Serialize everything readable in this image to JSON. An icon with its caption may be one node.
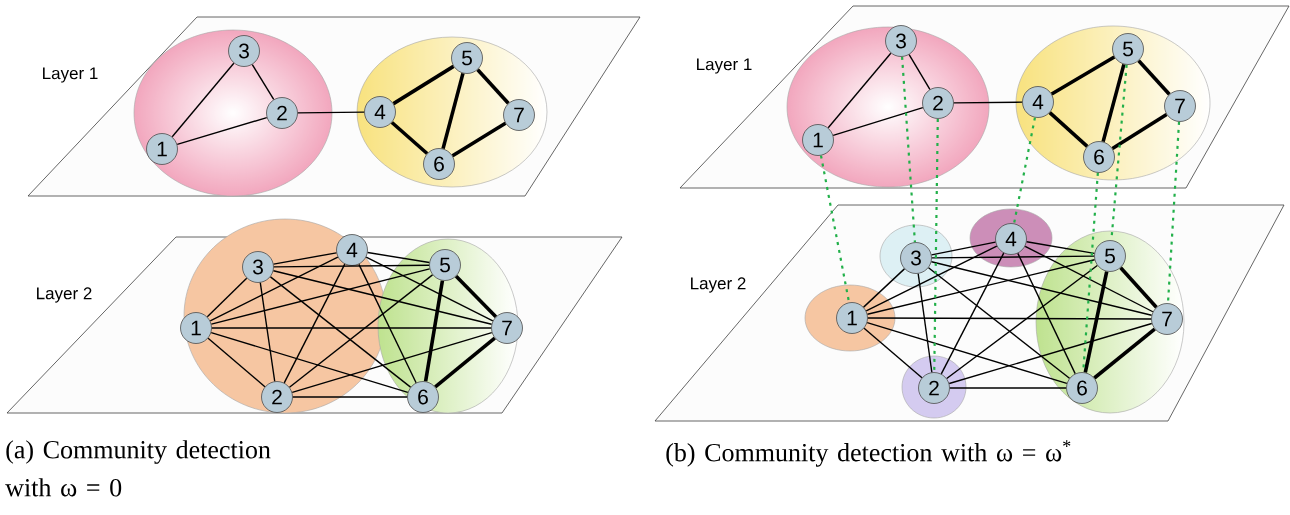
{
  "diagram": {
    "nodes": [
      {
        "text": [
          "Layer 1"
        ]
      },
      {
        "text": [],
        "shape": "ellipse",
        "in": 0
      },
      {
        "text": [],
        "shape": "ellipse",
        "in": 0
      },
      {
        "text": [
          "1"
        ],
        "in": 1
      },
      {
        "text": [
          "2"
        ],
        "in": 1
      },
      {
        "text": [
          "3"
        ],
        "in": 1
      },
      {
        "text": [
          "4"
        ],
        "in": 2
      },
      {
        "text": [
          "5"
        ],
        "in": 2
      },
      {
        "text": [
          "6"
        ],
        "in": 2
      },
      {
        "text": [
          "7"
        ],
        "in": 2
      },
      {
        "text": [
          "Layer 2"
        ]
      },
      {
        "text": [],
        "shape": "ellipse"
      },
      {
        "text": [],
        "shape": "ellipse",
        "in": 10
      },
      {
        "text": [
          "1"
        ],
        "in": 11
      },
      {
        "text": [
          "2"
        ],
        "in": 11
      },
      {
        "text": [
          "3"
        ],
        "in": 11
      },
      {
        "text": [
          "4"
        ],
        "in": 11
      },
      {
        "text": [
          "5"
        ],
        "in": 12
      },
      {
        "text": [
          "6"
        ],
        "in": 12
      },
      {
        "text": [
          "7"
        ],
        "in": 12
      },
      {
        "text": [
          "Layer 1"
        ]
      },
      {
        "text": [],
        "shape": "ellipse",
        "in": 20
      },
      {
        "text": [],
        "shape": "ellipse",
        "in": 20
      },
      {
        "text": [
          "1"
        ],
        "in": 21
      },
      {
        "text": [
          "2"
        ],
        "in": 21
      },
      {
        "text": [
          "3"
        ],
        "in": 21
      },
      {
        "text": [
          "4"
        ],
        "in": 22
      },
      {
        "text": [
          "5"
        ],
        "in": 22
      },
      {
        "text": [
          "6"
        ],
        "in": 22
      },
      {
        "text": [
          "7"
        ],
        "in": 22
      },
      {
        "text": [
          "Layer 2"
        ]
      },
      {
        "text": [],
        "shape": "ellipse",
        "in": 30
      },
      {
        "text": [],
        "shape": "ellipse",
        "in": 30
      },
      {
        "text": [],
        "shape": "ellipse",
        "in": 30
      },
      {
        "text": [],
        "shape": "ellipse",
        "in": 30
      },
      {
        "text": [],
        "shape": "ellipse",
        "in": 30
      },
      {
        "text": [
          "1"
        ],
        "in": 31
      },
      {
        "text": [
          "2"
        ],
        "in": 32
      },
      {
        "text": [
          "3"
        ],
        "in": 33
      },
      {
        "text": [
          "4"
        ],
        "in": 34
      },
      {
        "text": [
          "5"
        ],
        "in": 35
      },
      {
        "text": [
          "6"
        ],
        "in": 35
      },
      {
        "text": [
          "7"
        ],
        "in": 35
      }
    ],
    "edges": [
      {
        "from": 3,
        "to": 5,
        "arrow": "none"
      },
      {
        "from": 4,
        "to": 5,
        "arrow": "none"
      },
      {
        "from": 3,
        "to": 4,
        "arrow": "none"
      },
      {
        "from": 4,
        "to": 6,
        "arrow": "none"
      },
      {
        "from": 6,
        "to": 7,
        "arrow": "none",
        "style": "thick"
      },
      {
        "from": 6,
        "to": 8,
        "arrow": "none",
        "style": "thick"
      },
      {
        "from": 7,
        "to": 8,
        "arrow": "none",
        "style": "thick"
      },
      {
        "from": 7,
        "to": 9,
        "arrow": "none",
        "style": "thick"
      },
      {
        "from": 8,
        "to": 9,
        "arrow": "none",
        "style": "thick"
      },
      {
        "from": 13,
        "to": 14,
        "arrow": "none"
      },
      {
        "from": 13,
        "to": 15,
        "arrow": "none"
      },
      {
        "from": 13,
        "to": 16,
        "arrow": "none"
      },
      {
        "from": 13,
        "to": 17,
        "arrow": "none"
      },
      {
        "from": 13,
        "to": 18,
        "arrow": "none"
      },
      {
        "from": 13,
        "to": 19,
        "arrow": "none"
      },
      {
        "from": 14,
        "to": 15,
        "arrow": "none"
      },
      {
        "from": 14,
        "to": 16,
        "arrow": "none"
      },
      {
        "from": 14,
        "to": 17,
        "arrow": "none"
      },
      {
        "from": 14,
        "to": 18,
        "arrow": "none"
      },
      {
        "from": 14,
        "to": 19,
        "arrow": "none"
      },
      {
        "from": 15,
        "to": 16,
        "arrow": "none"
      },
      {
        "from": 15,
        "to": 17,
        "arrow": "none"
      },
      {
        "from": 15,
        "to": 18,
        "arrow": "none"
      },
      {
        "from": 15,
        "to": 19,
        "arrow": "none"
      },
      {
        "from": 16,
        "to": 17,
        "arrow": "none"
      },
      {
        "from": 16,
        "to": 18,
        "arrow": "none"
      },
      {
        "from": 16,
        "to": 19,
        "arrow": "none"
      },
      {
        "from": 17,
        "to": 18,
        "arrow": "none",
        "style": "thick"
      },
      {
        "from": 17,
        "to": 19,
        "arrow": "none",
        "style": "thick"
      },
      {
        "from": 18,
        "to": 19,
        "arrow": "none",
        "style": "thick"
      },
      {
        "from": 23,
        "to": 25,
        "arrow": "none"
      },
      {
        "from": 24,
        "to": 25,
        "arrow": "none"
      },
      {
        "from": 23,
        "to": 24,
        "arrow": "none"
      },
      {
        "from": 24,
        "to": 26,
        "arrow": "none"
      },
      {
        "from": 26,
        "to": 27,
        "arrow": "none",
        "style": "thick"
      },
      {
        "from": 26,
        "to": 28,
        "arrow": "none",
        "style": "thick"
      },
      {
        "from": 27,
        "to": 28,
        "arrow": "none",
        "style": "thick"
      },
      {
        "from": 27,
        "to": 29,
        "arrow": "none",
        "style": "thick"
      },
      {
        "from": 28,
        "to": 29,
        "arrow": "none",
        "style": "thick"
      },
      {
        "from": 36,
        "to": 37,
        "arrow": "none"
      },
      {
        "from": 36,
        "to": 38,
        "arrow": "none"
      },
      {
        "from": 36,
        "to": 39,
        "arrow": "none"
      },
      {
        "from": 36,
        "to": 40,
        "arrow": "none"
      },
      {
        "from": 36,
        "to": 41,
        "arrow": "none"
      },
      {
        "from": 36,
        "to": 42,
        "arrow": "none"
      },
      {
        "from": 37,
        "to": 38,
        "arrow": "none"
      },
      {
        "from": 37,
        "to": 39,
        "arrow": "none"
      },
      {
        "from": 37,
        "to": 40,
        "arrow": "none"
      },
      {
        "from": 37,
        "to": 41,
        "arrow": "none"
      },
      {
        "from": 37,
        "to": 42,
        "arrow": "none"
      },
      {
        "from": 38,
        "to": 39,
        "arrow": "none"
      },
      {
        "from": 38,
        "to": 40,
        "arrow": "none"
      },
      {
        "from": 38,
        "to": 41,
        "arrow": "none"
      },
      {
        "from": 38,
        "to": 42,
        "arrow": "none"
      },
      {
        "from": 39,
        "to": 40,
        "arrow": "none"
      },
      {
        "from": 39,
        "to": 41,
        "arrow": "none"
      },
      {
        "from": 39,
        "to": 42,
        "arrow": "none"
      },
      {
        "from": 40,
        "to": 41,
        "arrow": "none",
        "style": "thick"
      },
      {
        "from": 40,
        "to": 42,
        "arrow": "none",
        "style": "thick"
      },
      {
        "from": 41,
        "to": 42,
        "arrow": "none",
        "style": "thick"
      },
      {
        "from": 23,
        "to": 36,
        "arrow": "none",
        "style": "dashed",
        "color": "#22b04a"
      },
      {
        "from": 24,
        "to": 37,
        "arrow": "none",
        "style": "dashed",
        "color": "#22b04a"
      },
      {
        "from": 25,
        "to": 38,
        "arrow": "none",
        "style": "dashed",
        "color": "#22b04a"
      },
      {
        "from": 26,
        "to": 39,
        "arrow": "none",
        "style": "dashed",
        "color": "#22b04a"
      },
      {
        "from": 27,
        "to": 40,
        "arrow": "none",
        "style": "dashed",
        "color": "#22b04a"
      },
      {
        "from": 28,
        "to": 41,
        "arrow": "none",
        "style": "dashed",
        "color": "#22b04a"
      },
      {
        "from": 29,
        "to": 42,
        "arrow": "none",
        "style": "dashed",
        "color": "#22b04a"
      }
    ],
    "labels": [
      "(a) Community detection with ω = 0",
      "(b) Community detection with ω = ω$^{*}$"
    ]
  }
}
